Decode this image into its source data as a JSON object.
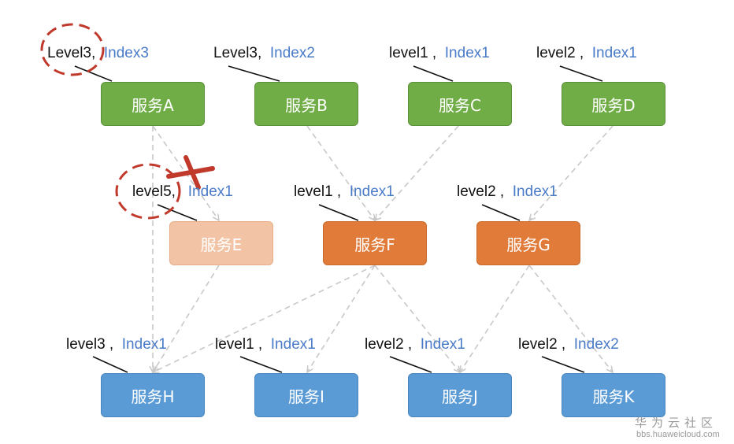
{
  "nodes": {
    "A": "服务A",
    "B": "服务B",
    "C": "服务C",
    "D": "服务D",
    "E": "服务E",
    "F": "服务F",
    "G": "服务G",
    "H": "服务H",
    "I": "服务I",
    "J": "服务J",
    "K": "服务K"
  },
  "labels": {
    "A": {
      "level": "Level3",
      "sep": ",",
      "index": "Index3"
    },
    "B": {
      "level": "Level3",
      "sep": ",",
      "index": "Index2"
    },
    "C": {
      "level": "level1",
      "sep": " ,",
      "index": "Index1"
    },
    "D": {
      "level": "level2",
      "sep": " ,",
      "index": "Index1"
    },
    "E": {
      "level": "level5",
      "sep": ",",
      "index": "Index1"
    },
    "F": {
      "level": "level1",
      "sep": " ,",
      "index": "Index1"
    },
    "G": {
      "level": "level2",
      "sep": " ,",
      "index": "Index1"
    },
    "H": {
      "level": "level3",
      "sep": " ,",
      "index": "Index1"
    },
    "I": {
      "level": "level1",
      "sep": " ,",
      "index": "Index1"
    },
    "J": {
      "level": "level2",
      "sep": " ,",
      "index": "Index1"
    },
    "K": {
      "level": "level2",
      "sep": " ,",
      "index": "Index2"
    }
  },
  "watermark": {
    "cn": "华为云社区",
    "url": "bbs.huaweicloud.com"
  },
  "colors": {
    "green": "#70ad47",
    "orange": "#e07b39",
    "light_orange": "#f2c4a5",
    "blue": "#5b9bd5",
    "index_text": "#4a7bc8",
    "mark_red": "#c0392b",
    "arrow": "#c8c8c8"
  }
}
